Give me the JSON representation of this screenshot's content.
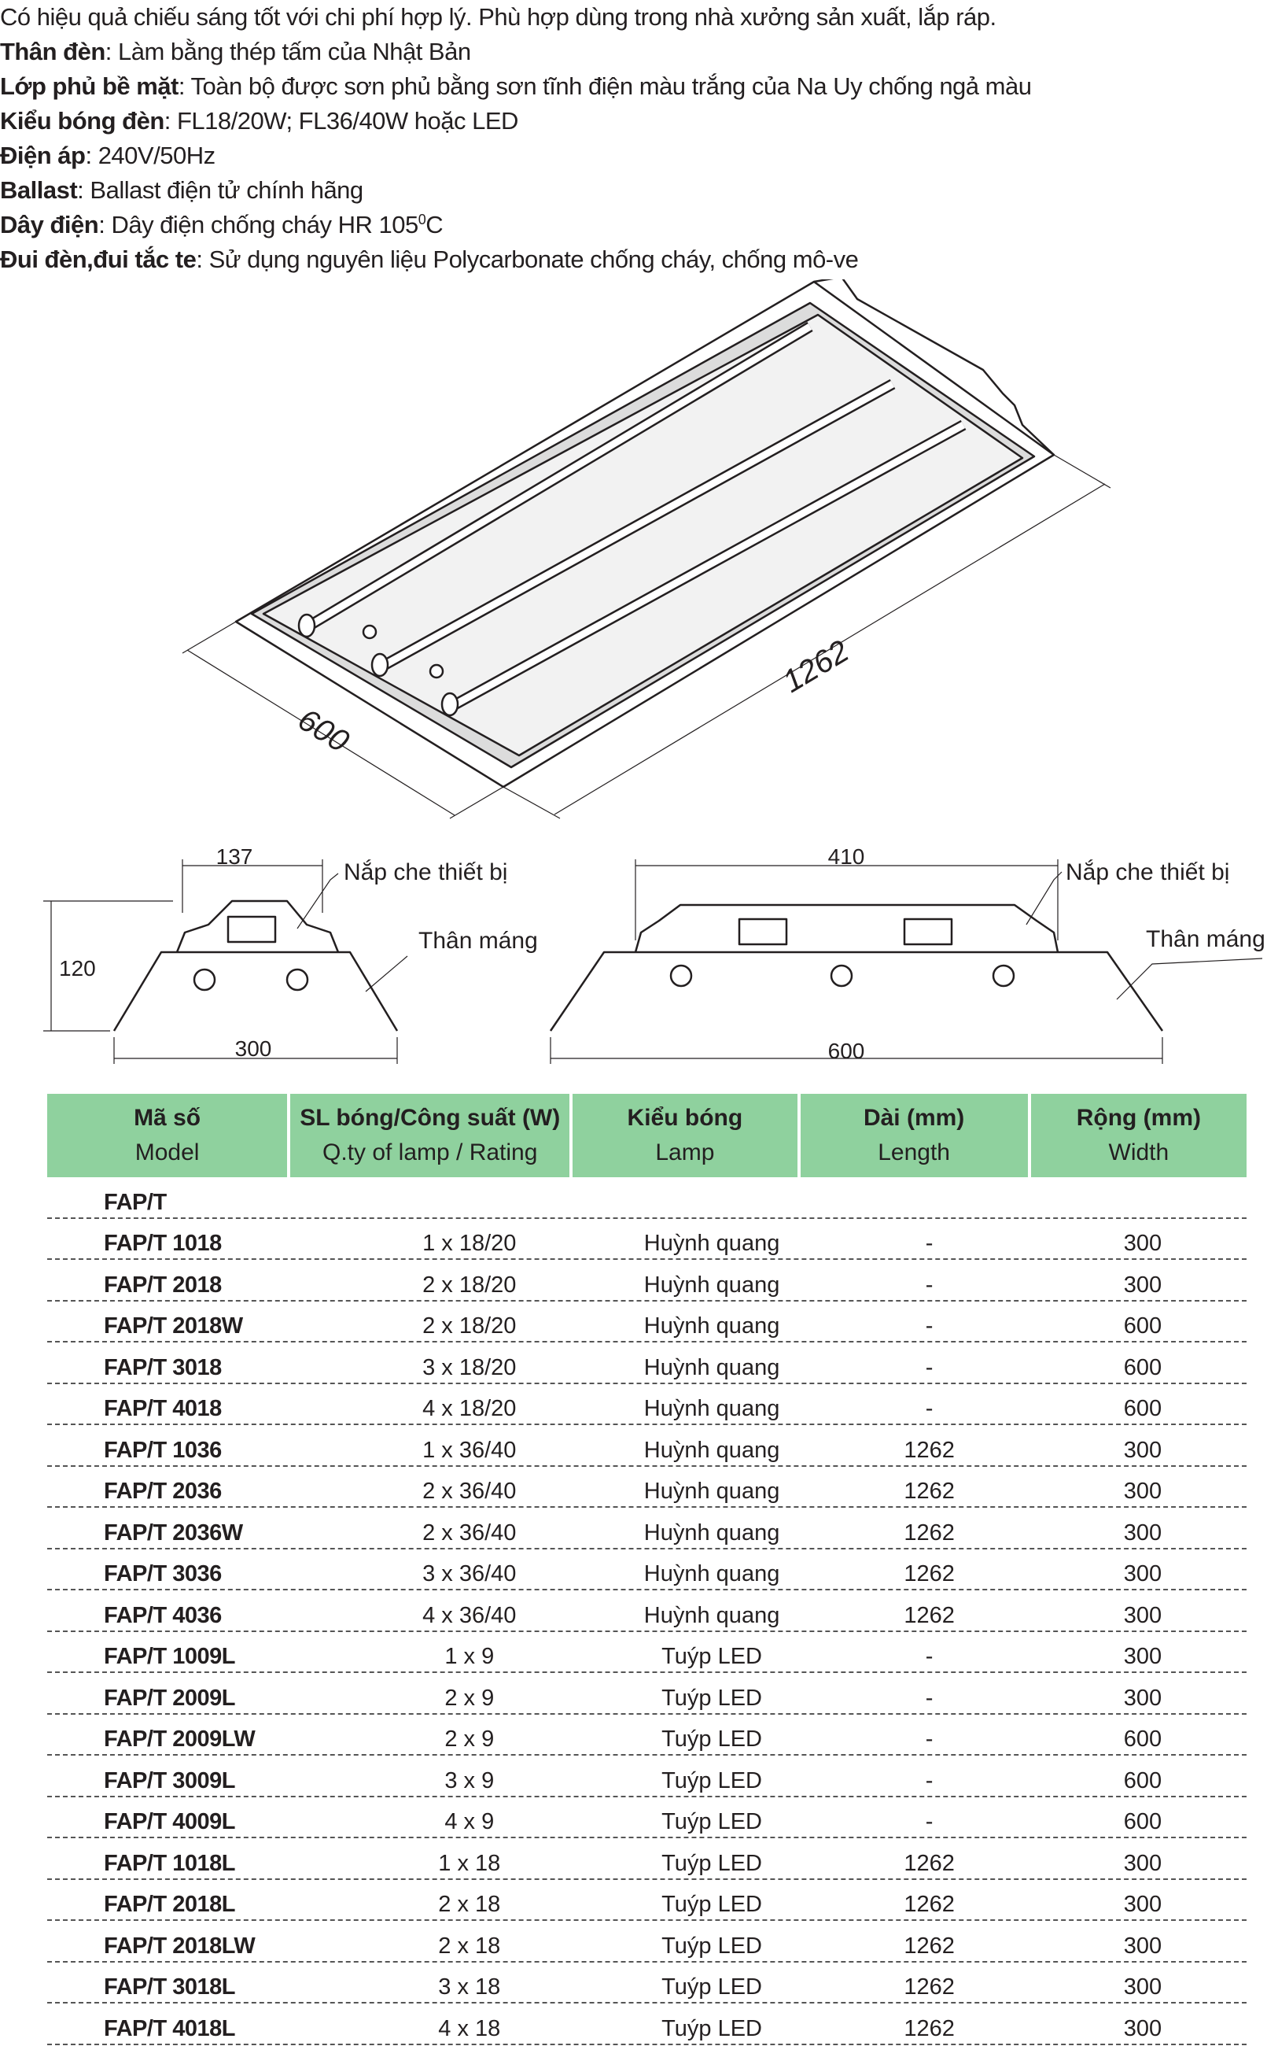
{
  "specs": [
    {
      "label": "",
      "text": "Có hiệu quả chiếu sáng tốt với chi phí hợp lý. Phù hợp dùng trong nhà xưởng sản xuất, lắp ráp."
    },
    {
      "label": "Thân đèn",
      "text": ": Làm bằng thép tấm của Nhật Bản"
    },
    {
      "label": "Lớp phủ bề mặt",
      "text": ": Toàn bộ được sơn phủ bằng sơn tĩnh điện màu trắng của Na Uy chống ngả màu"
    },
    {
      "label": "Kiểu bóng đèn",
      "text": ": FL18/20W; FL36/40W hoặc LED"
    },
    {
      "label": "Điện áp",
      "text": ": 240V/50Hz"
    },
    {
      "label": "Ballast",
      "text": ": Ballast điện tử chính hãng"
    },
    {
      "label": "Dây điện",
      "text": ": Dây điện chống cháy HR 105"
    },
    {
      "label": "Đui đèn,đui tắc te",
      "text": ": Sử dụng nguyên liệu Polycarbonate chống cháy, chống mô-ve"
    }
  ],
  "spec_sup": "0",
  "spec_unit": "C",
  "iso": {
    "length": "1262",
    "width": "600"
  },
  "section_small": {
    "top": "137",
    "height": "120",
    "bottom": "300",
    "cover": "Nắp che thiết bị",
    "body": "Thân máng"
  },
  "section_large": {
    "top": "410",
    "bottom": "600",
    "cover": "Nắp che thiết bị",
    "body": "Thân máng"
  },
  "table": {
    "headers": [
      {
        "vi": "Mã số",
        "en": "Model"
      },
      {
        "vi": "SL bóng/Công suất (W)",
        "en": "Q.ty of lamp / Rating"
      },
      {
        "vi": "Kiểu bóng",
        "en": "Lamp"
      },
      {
        "vi": "Dài (mm)",
        "en": "Length"
      },
      {
        "vi": "Rộng (mm)",
        "en": "Width"
      }
    ],
    "group": "FAP/T",
    "rows": [
      [
        "FAP/T 1018",
        "1 x 18/20",
        "Huỳnh quang",
        "-",
        "300"
      ],
      [
        "FAP/T 2018",
        "2 x 18/20",
        "Huỳnh quang",
        "-",
        "300"
      ],
      [
        "FAP/T 2018W",
        "2 x 18/20",
        "Huỳnh quang",
        "-",
        "600"
      ],
      [
        "FAP/T 3018",
        "3 x 18/20",
        "Huỳnh quang",
        "-",
        "600"
      ],
      [
        "FAP/T 4018",
        "4 x 18/20",
        "Huỳnh quang",
        "-",
        "600"
      ],
      [
        "FAP/T 1036",
        "1 x 36/40",
        "Huỳnh quang",
        "1262",
        "300"
      ],
      [
        "FAP/T 2036",
        "2 x 36/40",
        "Huỳnh quang",
        "1262",
        "300"
      ],
      [
        "FAP/T 2036W",
        "2 x 36/40",
        "Huỳnh quang",
        "1262",
        "300"
      ],
      [
        "FAP/T 3036",
        "3 x 36/40",
        "Huỳnh quang",
        "1262",
        "300"
      ],
      [
        "FAP/T 4036",
        "4 x 36/40",
        "Huỳnh quang",
        "1262",
        "300"
      ],
      [
        "FAP/T 1009L",
        "1 x 9",
        "Tuýp LED",
        "-",
        "300"
      ],
      [
        "FAP/T 2009L",
        "2 x 9",
        "Tuýp LED",
        "-",
        "300"
      ],
      [
        "FAP/T 2009LW",
        "2 x 9",
        "Tuýp LED",
        "-",
        "600"
      ],
      [
        "FAP/T 3009L",
        "3 x 9",
        "Tuýp LED",
        "-",
        "600"
      ],
      [
        "FAP/T 4009L",
        "4 x 9",
        "Tuýp LED",
        "-",
        "600"
      ],
      [
        "FAP/T 1018L",
        "1 x 18",
        "Tuýp LED",
        "1262",
        "300"
      ],
      [
        "FAP/T 2018L",
        "2 x 18",
        "Tuýp LED",
        "1262",
        "300"
      ],
      [
        "FAP/T 2018LW",
        "2 x 18",
        "Tuýp LED",
        "1262",
        "300"
      ],
      [
        "FAP/T 3018L",
        "3 x 18",
        "Tuýp LED",
        "1262",
        "300"
      ],
      [
        "FAP/T 4018L",
        "4 x 18",
        "Tuýp LED",
        "1262",
        "300"
      ]
    ]
  },
  "colors": {
    "header_bg": "#8fd19e",
    "line": "#231f20"
  }
}
